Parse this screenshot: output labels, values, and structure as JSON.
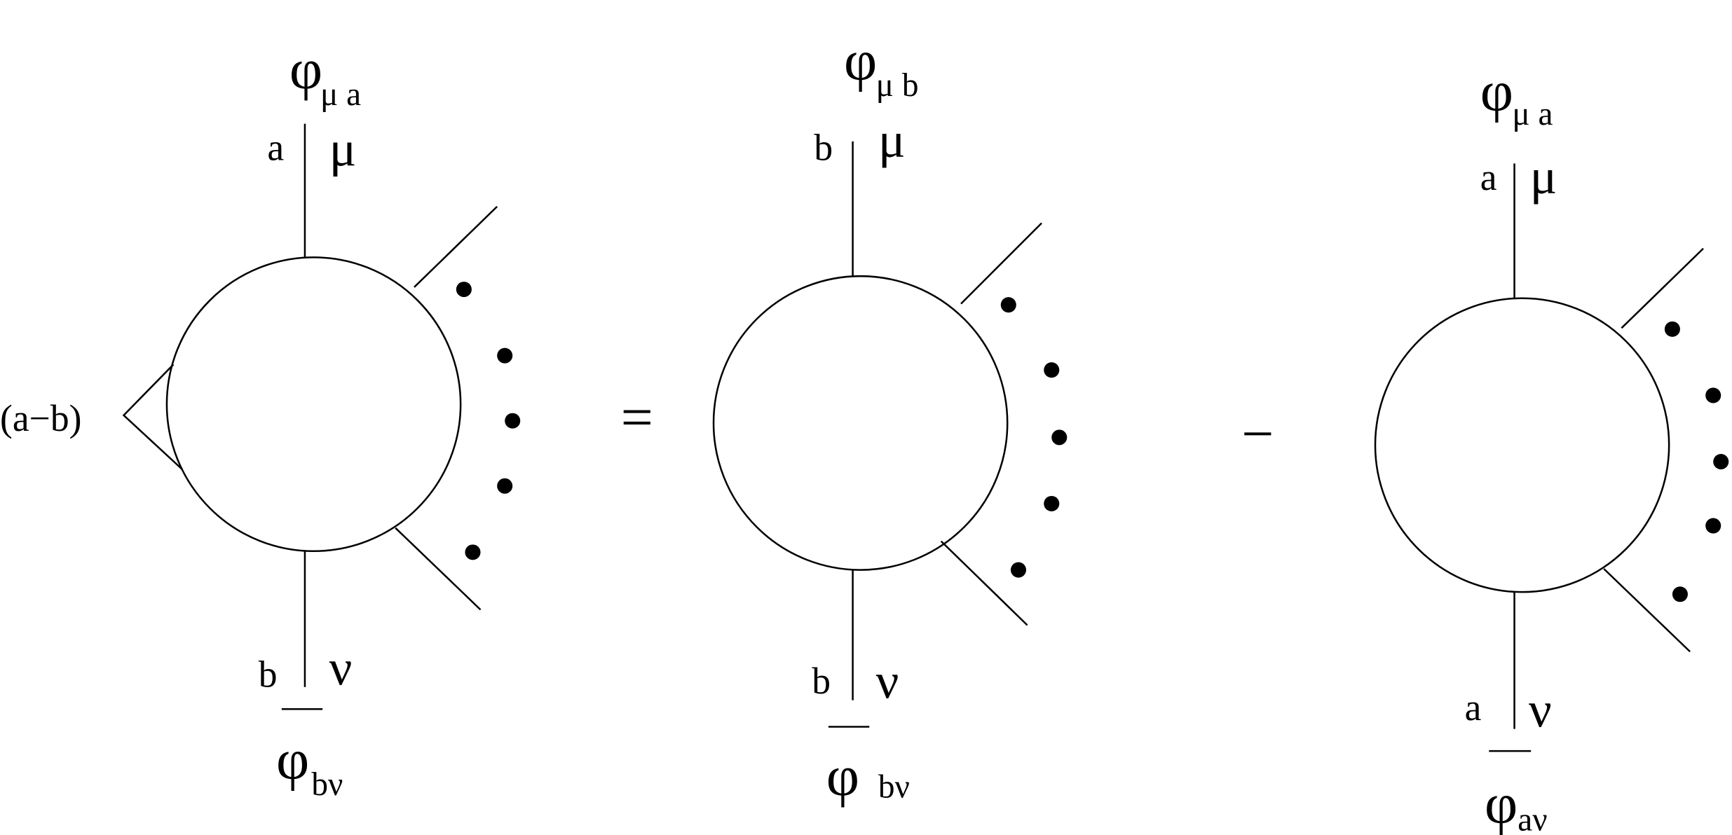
{
  "operators": {
    "equals": "=",
    "minus": "−"
  },
  "vertex_label": "(a−b)",
  "diagrams": [
    {
      "top_field": "φ",
      "top_sub": "μ a",
      "top_color_index": "a",
      "top_lorentz": "μ",
      "bottom_color_index": "b",
      "bottom_lorentz": "ν",
      "bottom_field": "φ",
      "bottom_sub": "bν"
    },
    {
      "top_field": "φ",
      "top_sub": "μ b",
      "top_color_index": "b",
      "top_lorentz": "μ",
      "bottom_color_index": "b",
      "bottom_lorentz": "ν",
      "bottom_field": "φ",
      "bottom_sub": "bν"
    },
    {
      "top_field": "φ",
      "top_sub": "μ a",
      "top_color_index": "a",
      "top_lorentz": "μ",
      "bottom_color_index": "a",
      "bottom_lorentz": "ν",
      "bottom_field": "φ",
      "bottom_sub": "aν"
    }
  ],
  "colors": {
    "ink": "#000000",
    "background": "#ffffff"
  }
}
